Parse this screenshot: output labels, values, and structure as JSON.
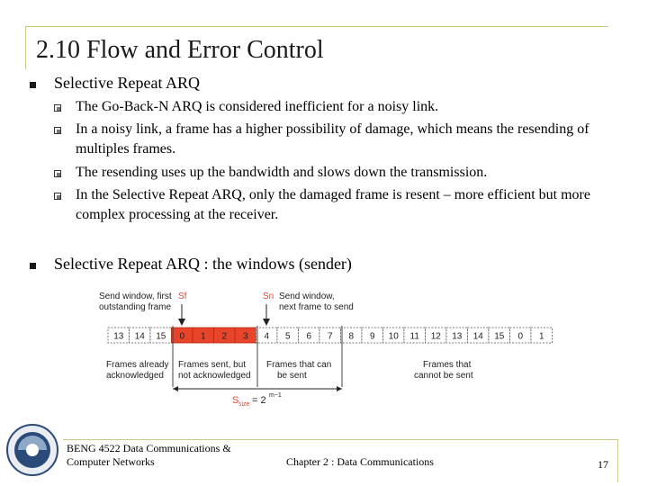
{
  "title": "2.10 Flow and Error Control",
  "bullets": [
    {
      "text": "Selective Repeat ARQ",
      "subs": [
        "The Go-Back-N ARQ is considered inefficient for a noisy link.",
        "In a noisy link, a frame has a higher possibility of damage, which means the resending of multiples frames.",
        "The resending uses up the bandwidth and slows down the transmission.",
        "In the Selective Repeat ARQ, only the damaged frame is resent – more efficient but more complex processing at the receiver."
      ]
    },
    {
      "text": "Selective Repeat ARQ : the windows (sender)"
    }
  ],
  "figure": {
    "label_send_window_first": "Send window, first outstanding frame",
    "label_sf": "Sf",
    "label_sn": "Sn",
    "label_send_window_next": "Send window, next frame to send",
    "frames": [
      "13",
      "14",
      "15",
      "0",
      "1",
      "2",
      "3",
      "4",
      "5",
      "6",
      "7",
      "8",
      "9",
      "10",
      "11",
      "12",
      "13",
      "14",
      "15",
      "0",
      "1"
    ],
    "label_acked": "Frames already acknowledged",
    "label_sent_not_acked": "Frames sent, but not acknowledged",
    "label_can_be_sent": "Frames that can be sent",
    "label_cannot_be_sent": "Frames that cannot be sent",
    "ssize_label": "Ssize = 2",
    "ssize_exp": "m−1",
    "colors": {
      "outstanding": "#e8442a",
      "outstanding_border": "#b02a12",
      "accent_text": "#e8442a"
    }
  },
  "footer": {
    "course_line1": "BENG 4522 Data Communications &",
    "course_line2": "Computer Networks",
    "chapter": "Chapter 2 : Data Communications",
    "page": "17"
  }
}
